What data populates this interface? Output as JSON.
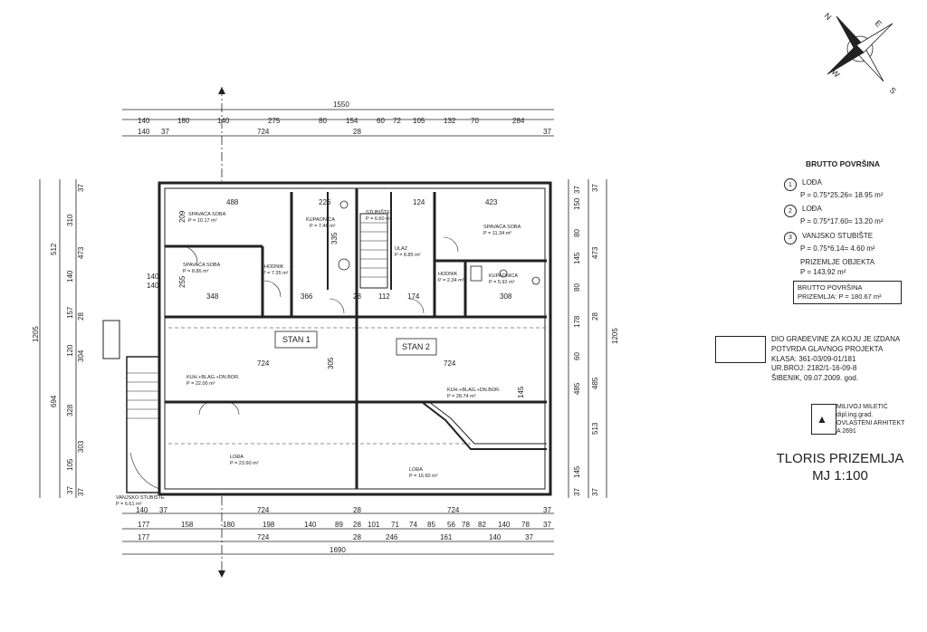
{
  "dimensions": {
    "top_total": "1550",
    "top_row1": [
      "140",
      "180",
      "140",
      "275",
      "80",
      "154",
      "60",
      "72",
      "105",
      "132",
      "70",
      "284"
    ],
    "top_row2": [
      "140",
      "37",
      "724",
      "28",
      "37"
    ],
    "bottom_row1": [
      "140",
      "37",
      "724",
      "28",
      "724",
      "37"
    ],
    "bottom_row2": [
      "177",
      "158",
      "180",
      "198",
      "140",
      "89",
      "28",
      "101",
      "71",
      "74",
      "85",
      "56",
      "78",
      "82",
      "140",
      "78",
      "37"
    ],
    "bottom_row3": [
      "177",
      "724",
      "28",
      "246",
      "161",
      "140",
      "37"
    ],
    "bottom_total": "1690",
    "left_total": "1205",
    "left_col1": [
      "512",
      "694"
    ],
    "left_col2": [
      "310",
      "140",
      "157",
      "120",
      "328",
      "105",
      "37"
    ],
    "left_col3": [
      "37",
      "473",
      "28",
      "304",
      "303",
      "37"
    ],
    "right_col1": [
      "37",
      "150",
      "80",
      "145",
      "80",
      "178",
      "60",
      "485",
      "145",
      "37"
    ],
    "right_col2": [
      "37",
      "473",
      "28",
      "485",
      "513",
      "37"
    ],
    "right_total": "1205",
    "inner": [
      "209",
      "255",
      "348",
      "366",
      "28",
      "112",
      "174",
      "308",
      "305",
      "724",
      "724",
      "423",
      "488",
      "226",
      "124",
      "335",
      "140",
      "140",
      "145"
    ]
  },
  "rooms": [
    {
      "name": "SPAVAĆA SOBA",
      "area": "P = 10.17 m²"
    },
    {
      "name": "KUPAONICA",
      "area": "P = 7.46 m²"
    },
    {
      "name": "STUBIŠTE",
      "area": "P = 6.60 m²"
    },
    {
      "name": "SPAVAĆA SOBA",
      "area": "P = 11.34 m²"
    },
    {
      "name": "SPAVAĆA SOBA",
      "area": "P = 8.86 m²"
    },
    {
      "name": "HODNIK",
      "area": "P = 7.35 m²"
    },
    {
      "name": "ULAZ",
      "area": "P = 8.85 m²"
    },
    {
      "name": "HODNIK",
      "area": "P = 2.34 m²"
    },
    {
      "name": "KUPAONICA",
      "area": "P = 5.92 m²"
    },
    {
      "name": "KUH.+BLAG.+DN.BOR.",
      "area": "P = 22.00 m²"
    },
    {
      "name": "KUH.+BLAG.+DN.BOR.",
      "area": "P = 28.74 m²"
    },
    {
      "name": "LOĐA",
      "area": "P = 23.60 m²"
    },
    {
      "name": "LOĐA",
      "area": "P = 16.60 m²"
    }
  ],
  "units": [
    "STAN 1",
    "STAN 2"
  ],
  "outside_stair": {
    "name": "VANJSKO STUBIŠTE",
    "area": "P = 6.61 m²"
  },
  "legend": {
    "heading": "BRUTTO POVRŠINA",
    "items": [
      {
        "num": "1",
        "name": "LOĐA",
        "formula": "P = 0.75*25.26= 18.95 m²"
      },
      {
        "num": "2",
        "name": "LOĐA",
        "formula": "P = 0.75*17.60= 13.20 m²"
      },
      {
        "num": "3",
        "name": "VANJSKO STUBIŠTE",
        "formula": "P = 0.75*6.14= 4.60 m²"
      }
    ],
    "ground": {
      "name": "PRIZEMLJE OBJEKTA",
      "value": "P = 143.92 m²"
    },
    "total_l1": "BRUTTO POVRŠINA",
    "total_l2": "PRIZEMLJA:",
    "total_v": "P = 180.67 m²"
  },
  "approval": [
    "DIO GRAĐEVINE ZA KOJU JE IZDANA",
    "POTVRDA GLAVNOG PROJEKTA",
    "KLASA: 361-03/09-01/181",
    "UR.BROJ: 2182/1-16-09-8",
    "ŠIBENIK, 09.07.2009. god."
  ],
  "signature": {
    "name": "MILIVOJ MILETIĆ",
    "l2": "dipl.ing.grad.",
    "l3": "OVLAŠTENI ARHITEKT",
    "l4": "A 2691"
  },
  "title": {
    "line1": "TLORIS PRIZEMLJA",
    "line2": "MJ 1:100"
  },
  "compass": {
    "n": "N",
    "s": "S",
    "e": "E",
    "w": "W"
  }
}
